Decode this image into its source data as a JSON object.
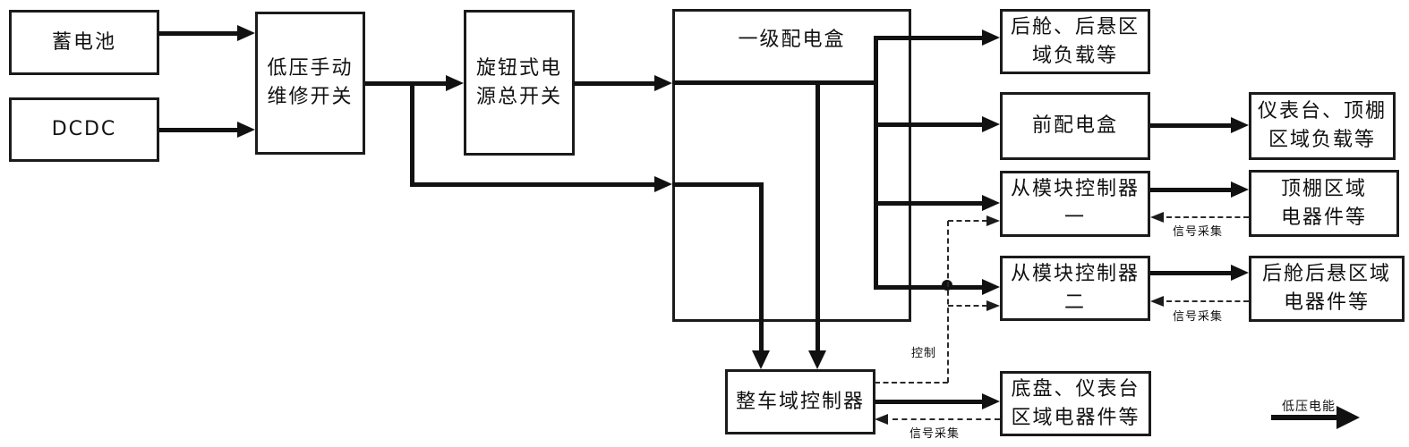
{
  "diagram_type": "block-diagram",
  "colors": {
    "line": "#111111",
    "box_border": "#1b1b1b",
    "background": "#ffffff",
    "text": "#111111"
  },
  "nodes": {
    "battery": {
      "label": "蓄电池"
    },
    "dcdc": {
      "label": "DCDC"
    },
    "manual_switch": {
      "label": "低压手动\n维修开关"
    },
    "knob_switch": {
      "label": "旋钮式电\n源总开关"
    },
    "primary_pdu": {
      "label": "一级配电盒"
    },
    "rear_loads": {
      "label": "后舱、后悬区\n域负载等"
    },
    "front_pdu": {
      "label": "前配电盒"
    },
    "dash_loads": {
      "label": "仪表台、顶棚\n区域负载等"
    },
    "slave1": {
      "label": "从模块控制器\n一"
    },
    "ceiling_parts": {
      "label": "顶棚区域\n电器件等"
    },
    "slave2": {
      "label": "从模块控制器\n二"
    },
    "rear_parts": {
      "label": "后舱后悬区域\n电器件等"
    },
    "vdc": {
      "label": "整车域控制器"
    },
    "chassis_parts": {
      "label": "底盘、仪表台\n区域电器件等"
    }
  },
  "edge_labels": {
    "control": "控制",
    "signal": "信号采集"
  },
  "legend": {
    "label": "低压电能"
  }
}
